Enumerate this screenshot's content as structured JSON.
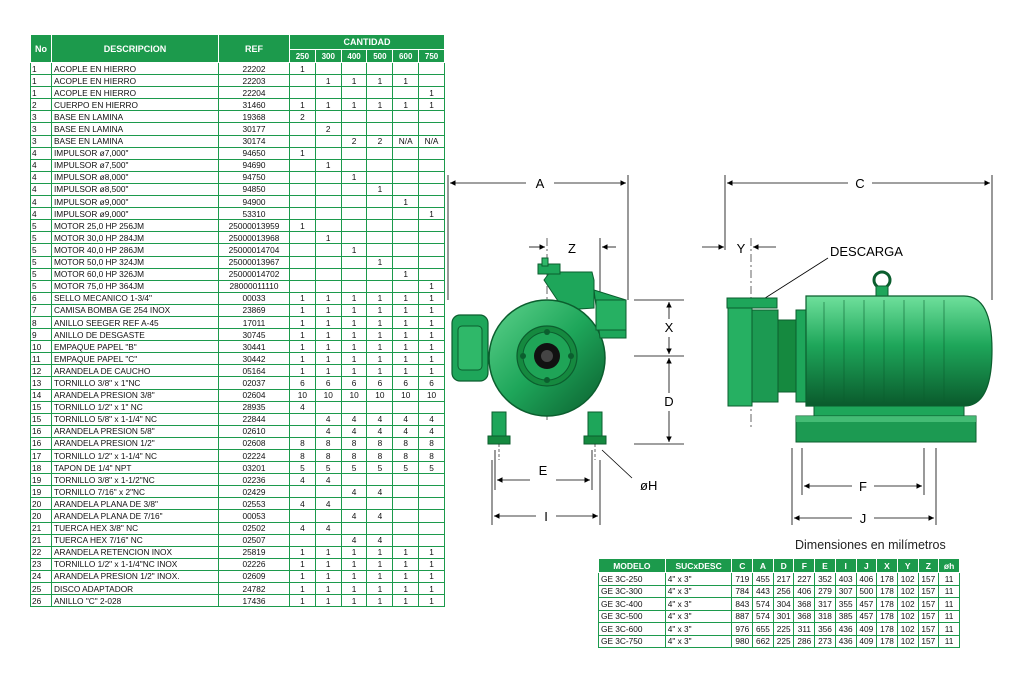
{
  "parts_table": {
    "headers": {
      "no": "No",
      "descripcion": "DESCRIPCION",
      "ref": "REF",
      "cantidad": "CANTIDAD"
    },
    "sizes": [
      "250",
      "300",
      "400",
      "500",
      "600",
      "750"
    ],
    "rows": [
      {
        "no": "1",
        "desc": "ACOPLE EN HIERRO",
        "ref": "22202",
        "q": [
          "1",
          "",
          "",
          "",
          "",
          ""
        ]
      },
      {
        "no": "1",
        "desc": "ACOPLE EN HIERRO",
        "ref": "22203",
        "q": [
          "",
          "1",
          "1",
          "1",
          "1",
          ""
        ]
      },
      {
        "no": "1",
        "desc": "ACOPLE EN HIERRO",
        "ref": "22204",
        "q": [
          "",
          "",
          "",
          "",
          "",
          "1"
        ]
      },
      {
        "no": "2",
        "desc": "CUERPO EN HIERRO",
        "ref": "31460",
        "q": [
          "1",
          "1",
          "1",
          "1",
          "1",
          "1"
        ]
      },
      {
        "no": "3",
        "desc": "BASE EN LAMINA",
        "ref": "19368",
        "q": [
          "2",
          "",
          "",
          "",
          "",
          ""
        ]
      },
      {
        "no": "3",
        "desc": "BASE EN LAMINA",
        "ref": "30177",
        "q": [
          "",
          "2",
          "",
          "",
          "",
          ""
        ]
      },
      {
        "no": "3",
        "desc": "BASE EN LAMINA",
        "ref": "30174",
        "q": [
          "",
          "",
          "2",
          "2",
          "N/A",
          "N/A"
        ]
      },
      {
        "no": "4",
        "desc": "IMPULSOR  ø7,000\"",
        "ref": "94650",
        "q": [
          "1",
          "",
          "",
          "",
          "",
          ""
        ]
      },
      {
        "no": "4",
        "desc": "IMPULSOR  ø7,500\"",
        "ref": "94690",
        "q": [
          "",
          "1",
          "",
          "",
          "",
          ""
        ]
      },
      {
        "no": "4",
        "desc": "IMPULSOR  ø8,000\"",
        "ref": "94750",
        "q": [
          "",
          "",
          "1",
          "",
          "",
          ""
        ]
      },
      {
        "no": "4",
        "desc": "IMPULSOR  ø8,500\"",
        "ref": "94850",
        "q": [
          "",
          "",
          "",
          "1",
          "",
          ""
        ]
      },
      {
        "no": "4",
        "desc": "IMPULSOR  ø9,000\"",
        "ref": "94900",
        "q": [
          "",
          "",
          "",
          "",
          "1",
          ""
        ]
      },
      {
        "no": "4",
        "desc": "IMPULSOR  ø9,000\"",
        "ref": "53310",
        "q": [
          "",
          "",
          "",
          "",
          "",
          "1"
        ]
      },
      {
        "no": "5",
        "desc": "MOTOR 25,0 HP 256JM",
        "ref": "25000013959",
        "q": [
          "1",
          "",
          "",
          "",
          "",
          ""
        ]
      },
      {
        "no": "5",
        "desc": "MOTOR 30,0 HP 284JM",
        "ref": "25000013968",
        "q": [
          "",
          "1",
          "",
          "",
          "",
          ""
        ]
      },
      {
        "no": "5",
        "desc": "MOTOR 40,0 HP 286JM",
        "ref": "25000014704",
        "q": [
          "",
          "",
          "1",
          "",
          "",
          ""
        ]
      },
      {
        "no": "5",
        "desc": "MOTOR 50,0 HP 324JM",
        "ref": "25000013967",
        "q": [
          "",
          "",
          "",
          "1",
          "",
          ""
        ]
      },
      {
        "no": "5",
        "desc": "MOTOR 60,0 HP 326JM",
        "ref": "25000014702",
        "q": [
          "",
          "",
          "",
          "",
          "1",
          ""
        ]
      },
      {
        "no": "5",
        "desc": "MOTOR 75,0 HP 364JM",
        "ref": "28000011110",
        "q": [
          "",
          "",
          "",
          "",
          "",
          "1"
        ]
      },
      {
        "no": "6",
        "desc": "SELLO MECANICO 1-3/4\"",
        "ref": "00033",
        "q": [
          "1",
          "1",
          "1",
          "1",
          "1",
          "1"
        ]
      },
      {
        "no": "7",
        "desc": "CAMISA BOMBA GE 254 INOX",
        "ref": "23869",
        "q": [
          "1",
          "1",
          "1",
          "1",
          "1",
          "1"
        ]
      },
      {
        "no": "8",
        "desc": "ANILLO SEEGER REF A-45",
        "ref": "17011",
        "q": [
          "1",
          "1",
          "1",
          "1",
          "1",
          "1"
        ]
      },
      {
        "no": "9",
        "desc": "ANILLO DE DESGASTE",
        "ref": "30745",
        "q": [
          "1",
          "1",
          "1",
          "1",
          "1",
          "1"
        ]
      },
      {
        "no": "10",
        "desc": "EMPAQUE PAPEL \"B\"",
        "ref": "30441",
        "q": [
          "1",
          "1",
          "1",
          "1",
          "1",
          "1"
        ]
      },
      {
        "no": "11",
        "desc": "EMPAQUE PAPEL \"C\"",
        "ref": "30442",
        "q": [
          "1",
          "1",
          "1",
          "1",
          "1",
          "1"
        ]
      },
      {
        "no": "12",
        "desc": "ARANDELA DE CAUCHO",
        "ref": "05164",
        "q": [
          "1",
          "1",
          "1",
          "1",
          "1",
          "1"
        ]
      },
      {
        "no": "13",
        "desc": "TORNILLO 3/8\" x 1\"NC",
        "ref": "02037",
        "q": [
          "6",
          "6",
          "6",
          "6",
          "6",
          "6"
        ]
      },
      {
        "no": "14",
        "desc": "ARANDELA PRESION 3/8\"",
        "ref": "02604",
        "q": [
          "10",
          "10",
          "10",
          "10",
          "10",
          "10"
        ]
      },
      {
        "no": "15",
        "desc": "TORNILLO 1/2\" x 1\" NC",
        "ref": "28935",
        "q": [
          "4",
          "",
          "",
          "",
          "",
          ""
        ]
      },
      {
        "no": "15",
        "desc": "TORNILLO 5/8\" x 1-1/4\" NC",
        "ref": "22844",
        "q": [
          "",
          "4",
          "4",
          "4",
          "4",
          "4"
        ]
      },
      {
        "no": "16",
        "desc": "ARANDELA PRESION 5/8\"",
        "ref": "02610",
        "q": [
          "",
          "4",
          "4",
          "4",
          "4",
          "4"
        ]
      },
      {
        "no": "16",
        "desc": "ARANDELA PRESION 1/2\"",
        "ref": "02608",
        "q": [
          "8",
          "8",
          "8",
          "8",
          "8",
          "8"
        ]
      },
      {
        "no": "17",
        "desc": "TORNILLO 1/2\" x 1-1/4\" NC",
        "ref": "02224",
        "q": [
          "8",
          "8",
          "8",
          "8",
          "8",
          "8"
        ]
      },
      {
        "no": "18",
        "desc": "TAPON DE 1/4\" NPT",
        "ref": "03201",
        "q": [
          "5",
          "5",
          "5",
          "5",
          "5",
          "5"
        ]
      },
      {
        "no": "19",
        "desc": "TORNILLO 3/8\" x 1-1/2\"NC",
        "ref": "02236",
        "q": [
          "4",
          "4",
          "",
          "",
          "",
          ""
        ]
      },
      {
        "no": "19",
        "desc": "TORNILLO 7/16\" x 2\"NC",
        "ref": "02429",
        "q": [
          "",
          "",
          "4",
          "4",
          "",
          ""
        ]
      },
      {
        "no": "20",
        "desc": "ARANDELA PLANA DE 3/8\"",
        "ref": "02553",
        "q": [
          "4",
          "4",
          "",
          "",
          "",
          ""
        ]
      },
      {
        "no": "20",
        "desc": "ARANDELA PLANA DE 7/16\"",
        "ref": "00053",
        "q": [
          "",
          "",
          "4",
          "4",
          "",
          ""
        ]
      },
      {
        "no": "21",
        "desc": "TUERCA HEX 3/8\" NC",
        "ref": "02502",
        "q": [
          "4",
          "4",
          "",
          "",
          "",
          ""
        ]
      },
      {
        "no": "21",
        "desc": "TUERCA HEX 7/16\" NC",
        "ref": "02507",
        "q": [
          "",
          "",
          "4",
          "4",
          "",
          ""
        ]
      },
      {
        "no": "22",
        "desc": "ARANDELA RETENCION INOX",
        "ref": "25819",
        "q": [
          "1",
          "1",
          "1",
          "1",
          "1",
          "1"
        ]
      },
      {
        "no": "23",
        "desc": "TORNILLO 1/2\" x 1-1/4\"NC INOX",
        "ref": "02226",
        "q": [
          "1",
          "1",
          "1",
          "1",
          "1",
          "1"
        ]
      },
      {
        "no": "24",
        "desc": "ARANDELA PRESION 1/2\" INOX.",
        "ref": "02609",
        "q": [
          "1",
          "1",
          "1",
          "1",
          "1",
          "1"
        ]
      },
      {
        "no": "25",
        "desc": "DISCO ADAPTADOR",
        "ref": "24782",
        "q": [
          "1",
          "1",
          "1",
          "1",
          "1",
          "1"
        ]
      },
      {
        "no": "26",
        "desc": "ANILLO \"C\" 2-028",
        "ref": "17436",
        "q": [
          "1",
          "1",
          "1",
          "1",
          "1",
          "1"
        ]
      }
    ]
  },
  "drawing": {
    "labels": {
      "a": "A",
      "c": "C",
      "z": "Z",
      "y": "Y",
      "x": "X",
      "d": "D",
      "e": "E",
      "i": "I",
      "f": "F",
      "j": "J",
      "oh": "øH",
      "descarga": "DESCARGA"
    },
    "colors": {
      "pump_green": "#1ea65a",
      "pump_dark": "#0b5e2e",
      "pump_light": "#5fd38d"
    }
  },
  "dimensions": {
    "title": "Dimensiones en milímetros",
    "headers": [
      "MODELO",
      "SUCxDESC",
      "C",
      "A",
      "D",
      "F",
      "E",
      "I",
      "J",
      "X",
      "Y",
      "Z",
      "øh"
    ],
    "rows": [
      [
        "GE 3C-250",
        "4\" x 3\"",
        "719",
        "455",
        "217",
        "227",
        "352",
        "403",
        "406",
        "178",
        "102",
        "157",
        "11"
      ],
      [
        "GE 3C-300",
        "4\" x 3\"",
        "784",
        "443",
        "256",
        "406",
        "279",
        "307",
        "500",
        "178",
        "102",
        "157",
        "11"
      ],
      [
        "GE 3C-400",
        "4\" x 3\"",
        "843",
        "574",
        "304",
        "368",
        "317",
        "355",
        "457",
        "178",
        "102",
        "157",
        "11"
      ],
      [
        "GE 3C-500",
        "4\" x 3\"",
        "887",
        "574",
        "301",
        "368",
        "318",
        "385",
        "457",
        "178",
        "102",
        "157",
        "11"
      ],
      [
        "GE 3C-600",
        "4\" x 3\"",
        "976",
        "655",
        "225",
        "311",
        "356",
        "436",
        "409",
        "178",
        "102",
        "157",
        "11"
      ],
      [
        "GE 3C-750",
        "4\" x 3\"",
        "980",
        "662",
        "225",
        "286",
        "273",
        "436",
        "409",
        "178",
        "102",
        "157",
        "11"
      ]
    ]
  },
  "colors": {
    "table_header": "#1c9a4c",
    "table_border": "#1c9a4c"
  }
}
